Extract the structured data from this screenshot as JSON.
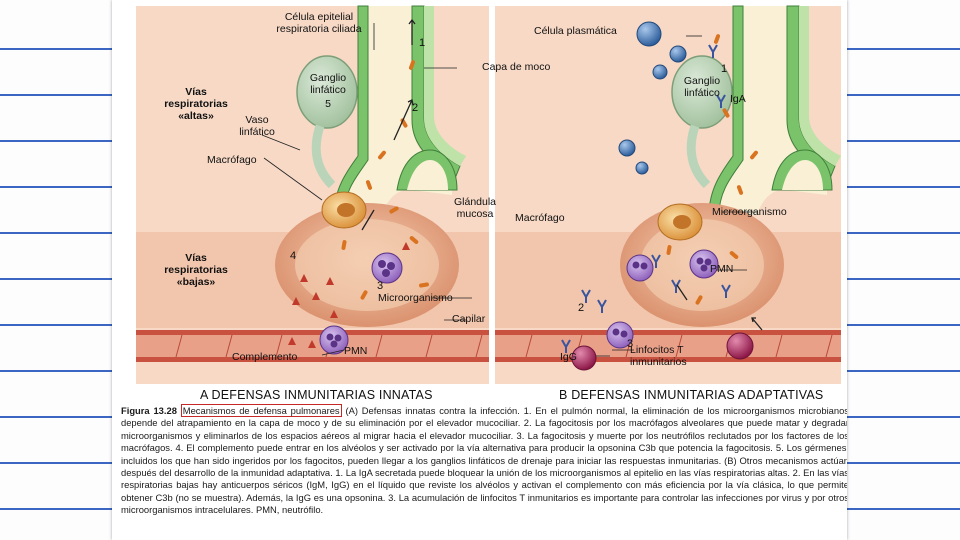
{
  "labels": {
    "celula_epitelial": [
      "Célula epitelial",
      "respiratoria ciliada"
    ],
    "capa_moco": "Capa de moco",
    "ganglio_a": [
      "Ganglio",
      "linfático"
    ],
    "ganglio_a_num": "5",
    "vias_altas": [
      "Vías",
      "respiratorias",
      "«altas»"
    ],
    "vaso_linfatico": [
      "Vaso",
      "linfático"
    ],
    "macrofago_a": "Macrófago",
    "glandula": [
      "Glándula",
      "mucosa"
    ],
    "vias_bajas": [
      "Vías",
      "respiratorias",
      "«bajas»"
    ],
    "microorganismo_a": "Microorganismo",
    "capilar": "Capilar",
    "complemento": "Complemento",
    "pmn_a": "PMN",
    "celula_plasmatica": "Célula plasmática",
    "ganglio_b": [
      "Ganglio",
      "linfático"
    ],
    "iga": "IgA",
    "macrofago_b": "Macrófago",
    "microorganismo_b": "Microorganismo",
    "pmn_b": "PMN",
    "igg": "IgG",
    "linfocitos": [
      "Linfocitos T",
      "inmunitarios"
    ]
  },
  "numbers_a": [
    "1",
    "2",
    "3",
    "4"
  ],
  "numbers_b": [
    "1",
    "2",
    "3"
  ],
  "panel_a_title": "A  DEFENSAS INMUNITARIAS INNATAS",
  "panel_b_title": "B  DEFENSAS INMUNITARIAS ADAPTATIVAS",
  "caption": {
    "fig_no": "Figura 13.28",
    "highlight": "Mecanismos de defensa pulmonares",
    "text": "(A) Defensas innatas contra la infección. 1. En el pulmón normal, la eliminación de los microorganismos microbianos depende del atrapamiento en la capa de moco y de su eliminación por el elevador mucociliar. 2. La fagocitosis por los macrófagos alveolares que puede matar y degradar microorganismos y eliminarlos de los espacios aéreos al migrar hacia el elevador mucociliar. 3. La fagocitosis y muerte por los neutrófilos reclutados por los factores de los macrófagos. 4. El complemento puede entrar en los alvéolos y ser activado por la vía alternativa para producir la opsonina C3b que potencia la fagocitosis. 5. Los gérmenes, incluidos los que han sido ingeridos por los fagocitos, pueden llegar a los ganglios linfáticos de drenaje para iniciar las respuestas inmunitarias. (B) Otros mecanismos actúan después del desarrollo de la inmunidad adaptativa. 1. La IgA secretada puede bloquear la unión de los microorganismos al epitelio en las vías respiratorias altas. 2. En las vías respiratorias bajas hay anticuerpos séricos (IgM, IgG) en el líquido que reviste los alvéolos y activan el complemento con más eficiencia por la vía clásica, lo que permite obtener C3b (no se muestra). Además, la IgG es una opsonina. 3. La acumulación de linfocitos T inmunitarios es importante para controlar las infecciones por virus y por otros microorganismos intracelulares. PMN, neutrófilo."
  },
  "colors": {
    "background_tissue": "#f7d6c4",
    "lower_band": "#f3c3a8",
    "epithelium": "#7bc36b",
    "mucus": "#f2ecc8",
    "airway": "#f9f2d8",
    "lymph_node": "#b9d4b8",
    "capillary": "#d64b3c",
    "alveolus": "#e8a07e",
    "microorganism": "#d9731f",
    "pmn": "#8a5bb8",
    "macrophage": "#e7a34d",
    "plasma_cell": "#3a74b4",
    "t_cell": "#a61e5a",
    "complement": "#c0392b",
    "highlight_box": "#c62828"
  }
}
